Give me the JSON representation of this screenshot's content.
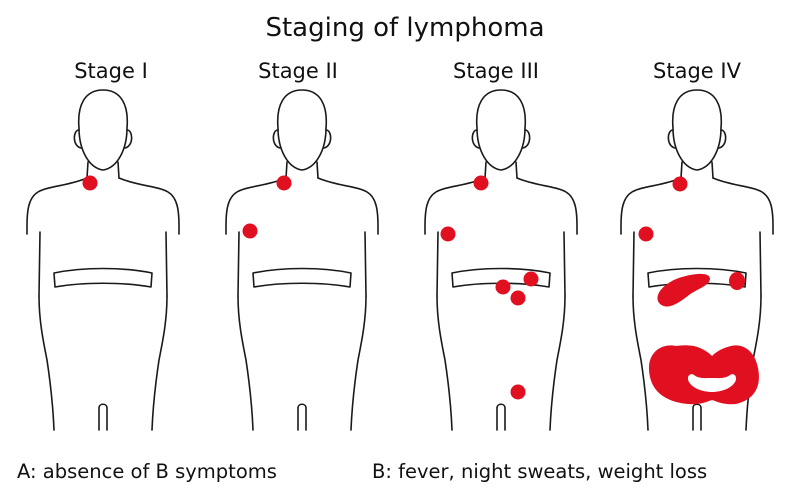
{
  "title": "Staging of lymphoma",
  "colors": {
    "node": "#e01020",
    "outline": "#1a1a1a",
    "background": "#ffffff"
  },
  "stages": [
    {
      "label": "Stage I"
    },
    {
      "label": "Stage II"
    },
    {
      "label": "Stage III"
    },
    {
      "label": "Stage IV"
    }
  ],
  "legend": {
    "a": "A: absence of B symptoms",
    "b": "B: fever, night sweats, weight loss"
  }
}
